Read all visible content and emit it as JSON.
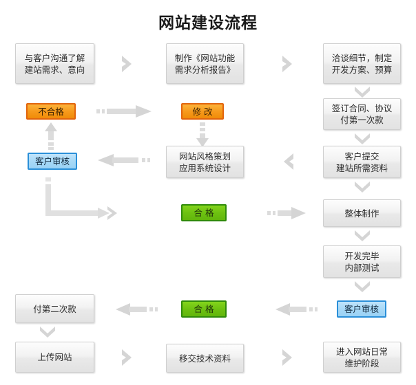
{
  "title": "网站建设流程",
  "nodes": {
    "n1": {
      "label": "与客户沟通了解\n建站需求、意向"
    },
    "n2": {
      "label": "制作《网站功能\n需求分析报告》"
    },
    "n3": {
      "label": "洽谈细节，制定\n开发方案、预算"
    },
    "n4": {
      "label": "签订合同、协议\n付第一次款"
    },
    "n5": {
      "label": "客户提交\n建站所需资料"
    },
    "n6": {
      "label": "网站风格策划\n应用系统设计"
    },
    "n7": {
      "label": "整体制作"
    },
    "n8": {
      "label": "开发完毕\n内部测试"
    },
    "n9": {
      "label": "付第二次款"
    },
    "n10": {
      "label": "上传网站"
    },
    "n11": {
      "label": "移交技术资料"
    },
    "n12": {
      "label": "进入网站日常\n维护阶段"
    }
  },
  "badges": {
    "b_fail": {
      "label": "不合格",
      "color": "#f08c08",
      "border": "#e2640c"
    },
    "b_review1": {
      "label": "客户审核",
      "color": "#a8d9f7",
      "border": "#2a8fd8"
    },
    "b_modify": {
      "label": "修  改",
      "color": "#f08c08",
      "border": "#e2640c"
    },
    "b_pass1": {
      "label": "合  格",
      "color": "#6dc111",
      "border": "#2f8a0a"
    },
    "b_pass2": {
      "label": "合  格",
      "color": "#6dc111",
      "border": "#2f8a0a"
    },
    "b_review2": {
      "label": "客户审核",
      "color": "#a8d9f7",
      "border": "#2a8fd8"
    }
  },
  "connectors": {
    "c_r1_a": {
      "icon": "chevron-right-icon"
    },
    "c_r1_b": {
      "icon": "chevron-right-icon"
    },
    "c_n3_n4": {
      "icon": "chevron-down-icon"
    },
    "c_n4_n5": {
      "icon": "chevron-down-icon"
    },
    "c_n5_n6": {
      "icon": "chevron-left-icon"
    },
    "c_fail_right": {
      "icon": "dashed-arrow-right-icon"
    },
    "c_review_up": {
      "icon": "dashed-arrow-up-icon"
    },
    "c_modify_down": {
      "icon": "dashed-arrow-down-icon"
    },
    "c_n6_left": {
      "icon": "dashed-arrow-left-icon"
    },
    "c_elbow": {
      "icon": "elbow-arrow-right-icon"
    },
    "c_pass_right": {
      "icon": "dashed-arrow-right-icon"
    },
    "c_n7_n8": {
      "icon": "chevron-down-icon"
    },
    "c_n8_review2": {
      "icon": "chevron-down-icon"
    },
    "c_review2_left": {
      "icon": "dashed-arrow-left-icon"
    },
    "c_pass2_left": {
      "icon": "dashed-arrow-left-icon"
    },
    "c_n9_n10": {
      "icon": "chevron-down-icon"
    },
    "c_r5_a": {
      "icon": "chevron-right-icon"
    },
    "c_r5_b": {
      "icon": "chevron-right-icon"
    }
  },
  "palette": {
    "background": "#ffffff",
    "node_fill": "#f0f0f0",
    "node_border": "#cfcfcf",
    "connector": "#d8d8d8",
    "text": "#2b2b2b"
  }
}
